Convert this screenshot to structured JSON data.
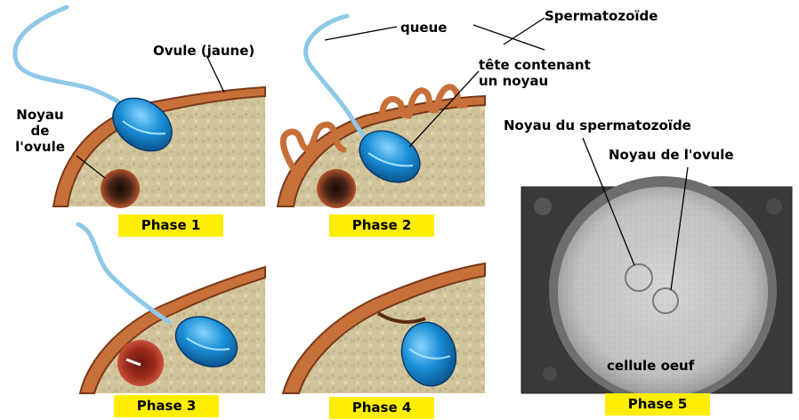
{
  "phases": [
    {
      "label": "Phase 1"
    },
    {
      "label": "Phase 2"
    },
    {
      "label": "Phase 3"
    },
    {
      "label": "Phase 4"
    },
    {
      "label": "Phase 5"
    }
  ],
  "annotations": {
    "ovule": "Ovule (jaune)",
    "noyau_ovule_lines": [
      "Noyau",
      "de",
      "l'ovule"
    ],
    "queue": "queue",
    "spermatozoide": "Spermatozoïde",
    "tete_lines": [
      "tête contenant",
      "un noyau"
    ],
    "noyau_spermatozoide": "Noyau du spermatozoïde",
    "noyau_de_ovule": "Noyau de l'ovule",
    "cellule_oeuf": "cellule oeuf"
  },
  "colors": {
    "label_background": "#ffee00",
    "sperm_head": "#1a8fd6",
    "sperm_tail": "#8fc8e8",
    "ovule_membrane": "#c8703a",
    "ovule_cytoplasm": "#d6c8a0",
    "ovule_nucleus": "#4a2418"
  }
}
